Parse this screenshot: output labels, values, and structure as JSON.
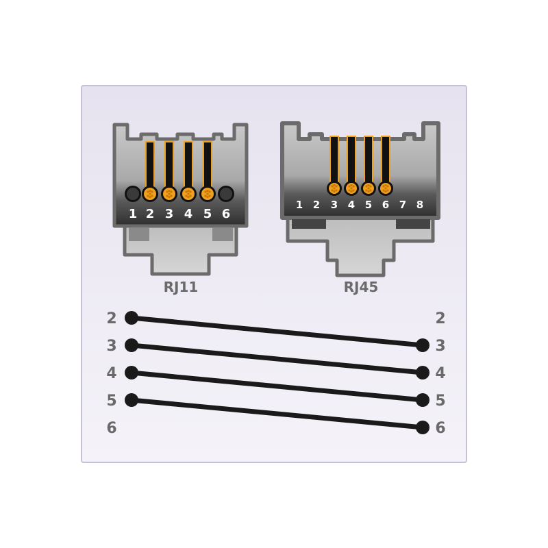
{
  "connectors": {
    "rj11": {
      "label": "RJ11",
      "pins": [
        "1",
        "2",
        "3",
        "4",
        "5",
        "6"
      ],
      "active_pins": [
        "2",
        "3",
        "4",
        "5"
      ]
    },
    "rj45": {
      "label": "RJ45",
      "pins": [
        "1",
        "2",
        "3",
        "4",
        "5",
        "6",
        "7",
        "8"
      ],
      "active_pins": [
        "3",
        "4",
        "5",
        "6"
      ]
    }
  },
  "wiring": {
    "left_labels": [
      "2",
      "3",
      "4",
      "5",
      "6"
    ],
    "right_labels": [
      "2",
      "3",
      "4",
      "5",
      "6"
    ],
    "connections": [
      {
        "from": "2",
        "to": "3"
      },
      {
        "from": "3",
        "to": "4"
      },
      {
        "from": "4",
        "to": "5"
      },
      {
        "from": "5",
        "to": "6"
      }
    ]
  },
  "colors": {
    "panel": "#eeebf4",
    "panel_border": "#c8c1d6",
    "body_outline": "#6b6b6b",
    "contact": "#f0a020",
    "wire": "#1a1a1a",
    "label": "#6a6a6a"
  }
}
